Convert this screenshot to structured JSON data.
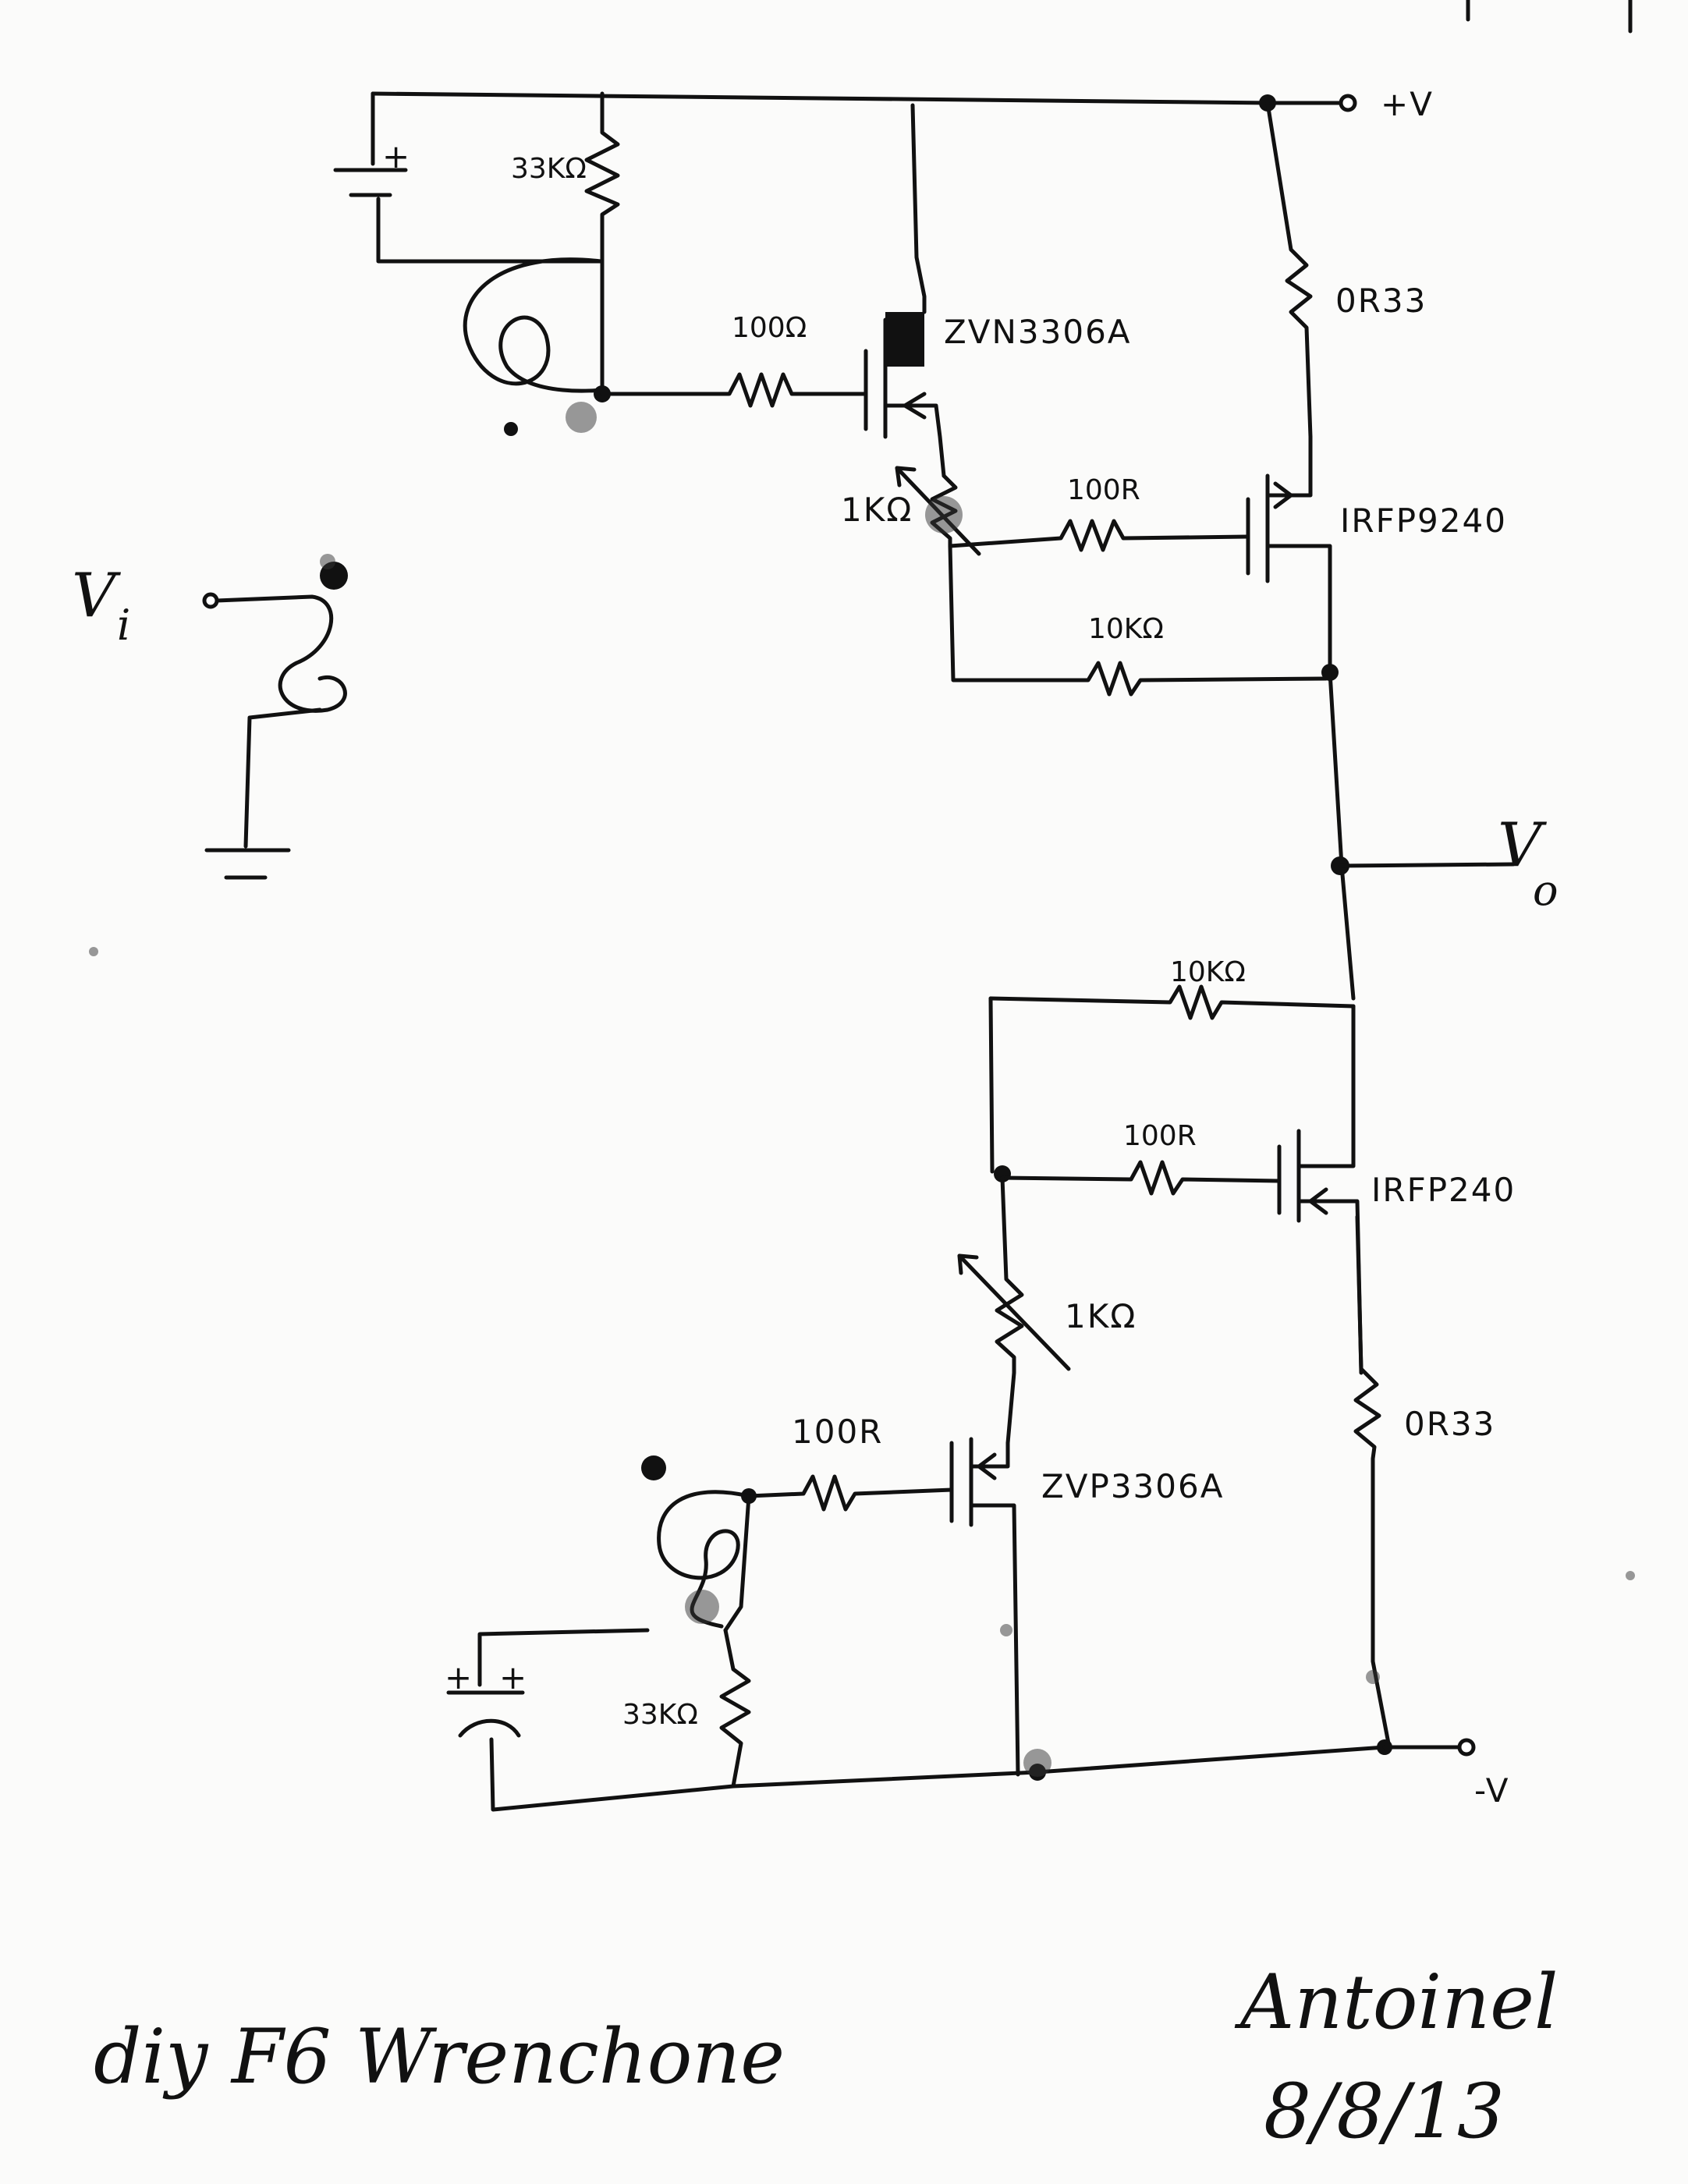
{
  "rails": {
    "positive": "+V",
    "negative": "-V"
  },
  "ports": {
    "input": "V",
    "input_sub": "i",
    "output": "V",
    "output_sub": "o"
  },
  "top_half": {
    "bias_resistor": "33KΩ",
    "gate_resistor_small": "100Ω",
    "jfet_small": "ZVN3306A",
    "trim_pot": "1KΩ",
    "gate_resistor_power": "100R",
    "feedback_resistor": "10KΩ",
    "mosfet_power": "IRFP9240",
    "source_resistor": "0R33",
    "battery_plus": "+"
  },
  "bottom_half": {
    "feedback_resistor": "10KΩ",
    "gate_resistor_power": "100R",
    "mosfet_power": "IRFP240",
    "trim_pot": "1KΩ",
    "gate_resistor_small": "100R",
    "jfet_small": "ZVP3306A",
    "source_resistor": "0R33",
    "bias_resistor": "33KΩ",
    "battery_plus_left": "+",
    "battery_plus_right": "+"
  },
  "title": "diy F6 Wrenchone",
  "signature": "Antoinel",
  "date": "8/8/13"
}
